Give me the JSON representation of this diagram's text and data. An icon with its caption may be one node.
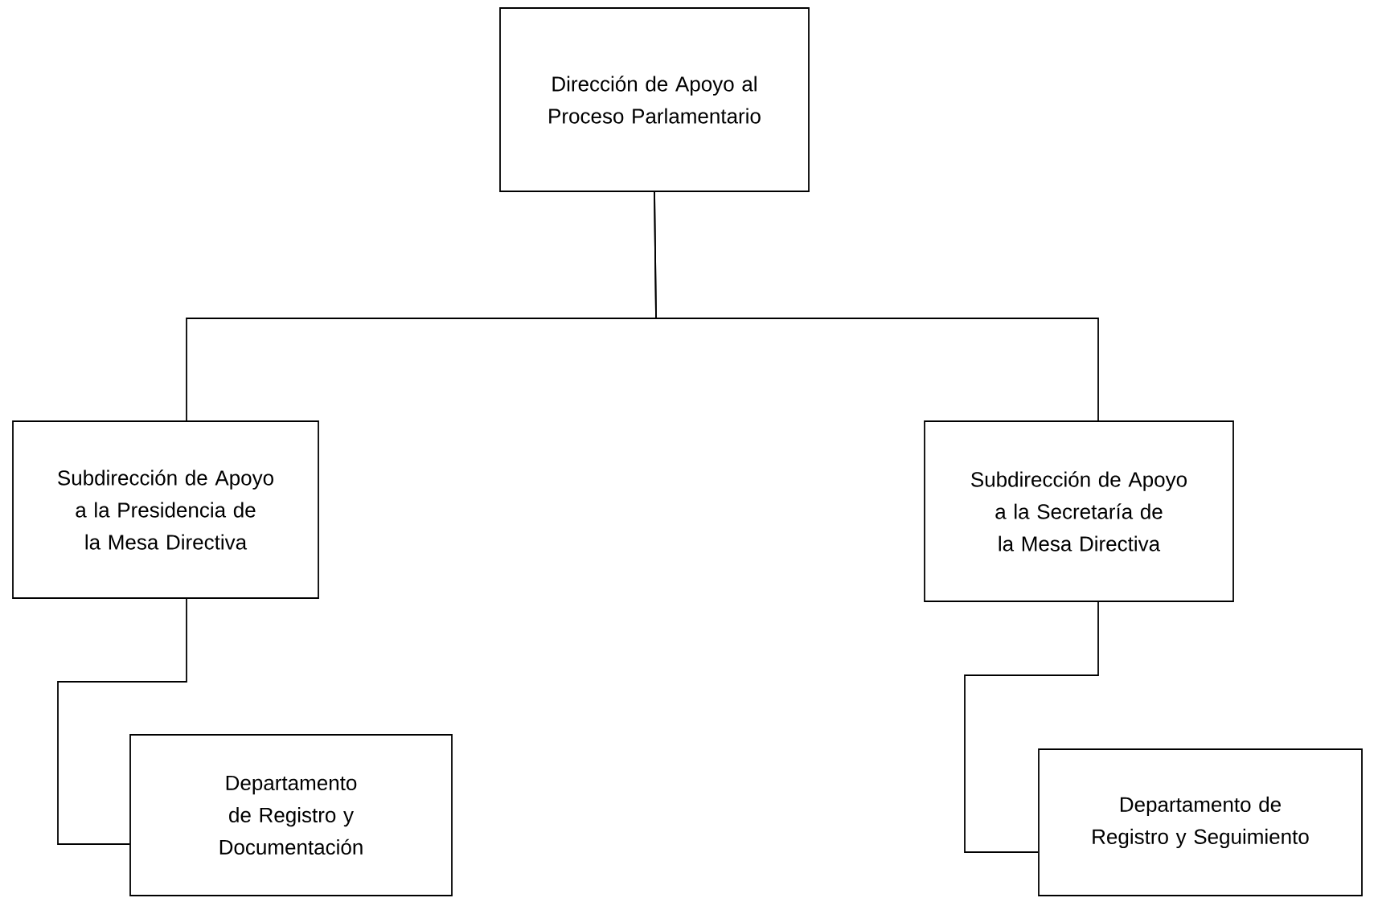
{
  "diagram": {
    "nodes": [
      {
        "text": [
          "Dirección de Apoyo al Proceso Parlamentario"
        ]
      },
      {
        "text": [
          "Subdirección de Apoyo a la Presidencia de la Mesa Directiva"
        ]
      },
      {
        "text": [
          "Subdirección de Apoyo a la Secretaría de la Mesa Directiva"
        ]
      },
      {
        "text": [
          "Departamento de Registro y Documentación"
        ]
      },
      {
        "text": [
          "Departamento de Registro y Seguimiento"
        ]
      }
    ],
    "edges": [
      {
        "from": 0,
        "to": 1,
        "arrow": "none"
      },
      {
        "from": 0,
        "to": 2,
        "arrow": "none"
      },
      {
        "from": 1,
        "to": 3,
        "arrow": "none"
      },
      {
        "from": 2,
        "to": 4,
        "arrow": "none"
      }
    ]
  }
}
